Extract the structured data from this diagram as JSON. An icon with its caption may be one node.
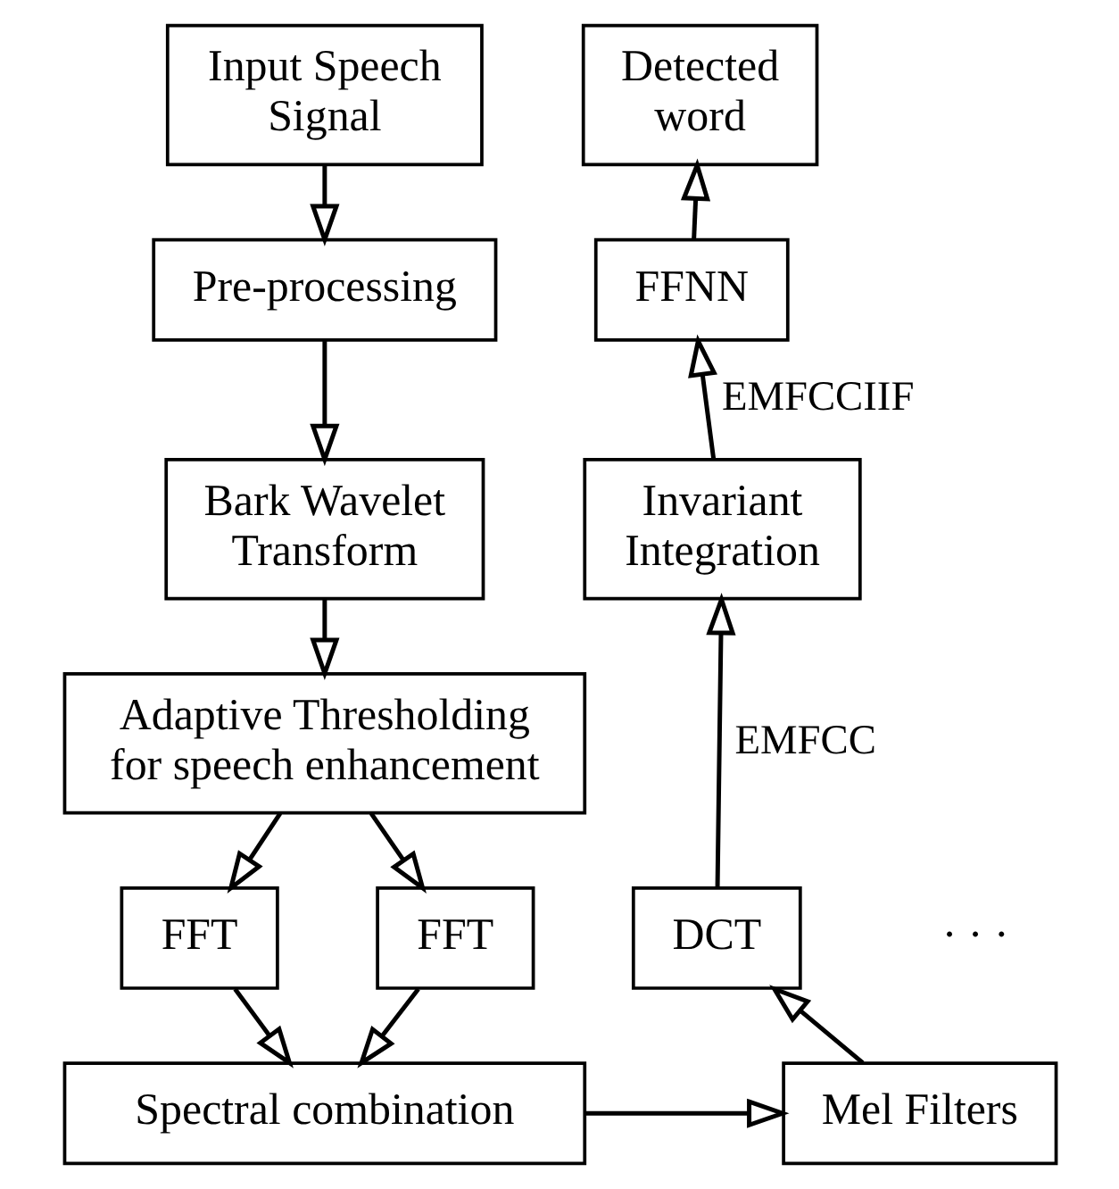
{
  "diagram": {
    "nodes": [
      {
        "text": [
          "Input Speech Signal"
        ]
      },
      {
        "text": [
          "Pre-processing"
        ]
      },
      {
        "text": [
          "Bark Wavelet Transform"
        ]
      },
      {
        "text": [
          "Adaptive Thresholding for speech enhancement"
        ]
      },
      {
        "text": [
          "FFT"
        ]
      },
      {
        "text": [
          "FFT"
        ]
      },
      {
        "text": [
          "Spectral combination"
        ]
      },
      {
        "text": [
          "Mel Filters"
        ]
      },
      {
        "text": [
          "DCT"
        ]
      },
      {
        "text": [
          "Invariant Integration"
        ]
      },
      {
        "text": [
          "FFNN"
        ]
      },
      {
        "text": [
          "Detected word"
        ]
      }
    ],
    "edges": [
      {
        "from": 0,
        "to": 1,
        "arrow": "to"
      },
      {
        "from": 1,
        "to": 2,
        "arrow": "to"
      },
      {
        "from": 2,
        "to": 3,
        "arrow": "to"
      },
      {
        "from": 3,
        "to": 4,
        "arrow": "to"
      },
      {
        "from": 3,
        "to": 5,
        "arrow": "to"
      },
      {
        "from": 4,
        "to": 6,
        "arrow": "to"
      },
      {
        "from": 5,
        "to": 6,
        "arrow": "to"
      },
      {
        "from": 6,
        "to": 7,
        "arrow": "to"
      },
      {
        "from": 7,
        "to": 8,
        "arrow": "to"
      },
      {
        "from": 8,
        "to": 9,
        "arrow": "to",
        "label": "EMFCC"
      },
      {
        "from": 9,
        "to": 10,
        "arrow": "to",
        "label": "EMFCCIIF"
      },
      {
        "from": 10,
        "to": 11,
        "arrow": "to"
      }
    ],
    "labels": [
      "· · ·"
    ]
  }
}
